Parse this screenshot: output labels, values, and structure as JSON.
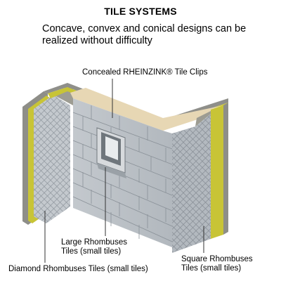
{
  "header": {
    "title": "TILE SYSTEMS",
    "subtitle_line1": "Concave, convex and conical designs can be",
    "subtitle_line2": "realized without difficulty"
  },
  "callouts": {
    "clips": "Concealed RHEINZINK® Tile Clips",
    "large_line1": "Large Rhombuses",
    "large_line2": "Tiles (small tiles)",
    "diamond": "Diamond Rhombuses Tiles (small tiles)",
    "square_line1": "Square Rhombuses",
    "square_line2": "Tiles (small tiles)"
  },
  "colors": {
    "zinc_light": "#c9ced3",
    "zinc_mid": "#aeb4ba",
    "zinc_dark": "#8f969d",
    "insulation_green": "#c8c436",
    "insulation_tan": "#e7d7b4",
    "concrete": "#8e8e88"
  }
}
